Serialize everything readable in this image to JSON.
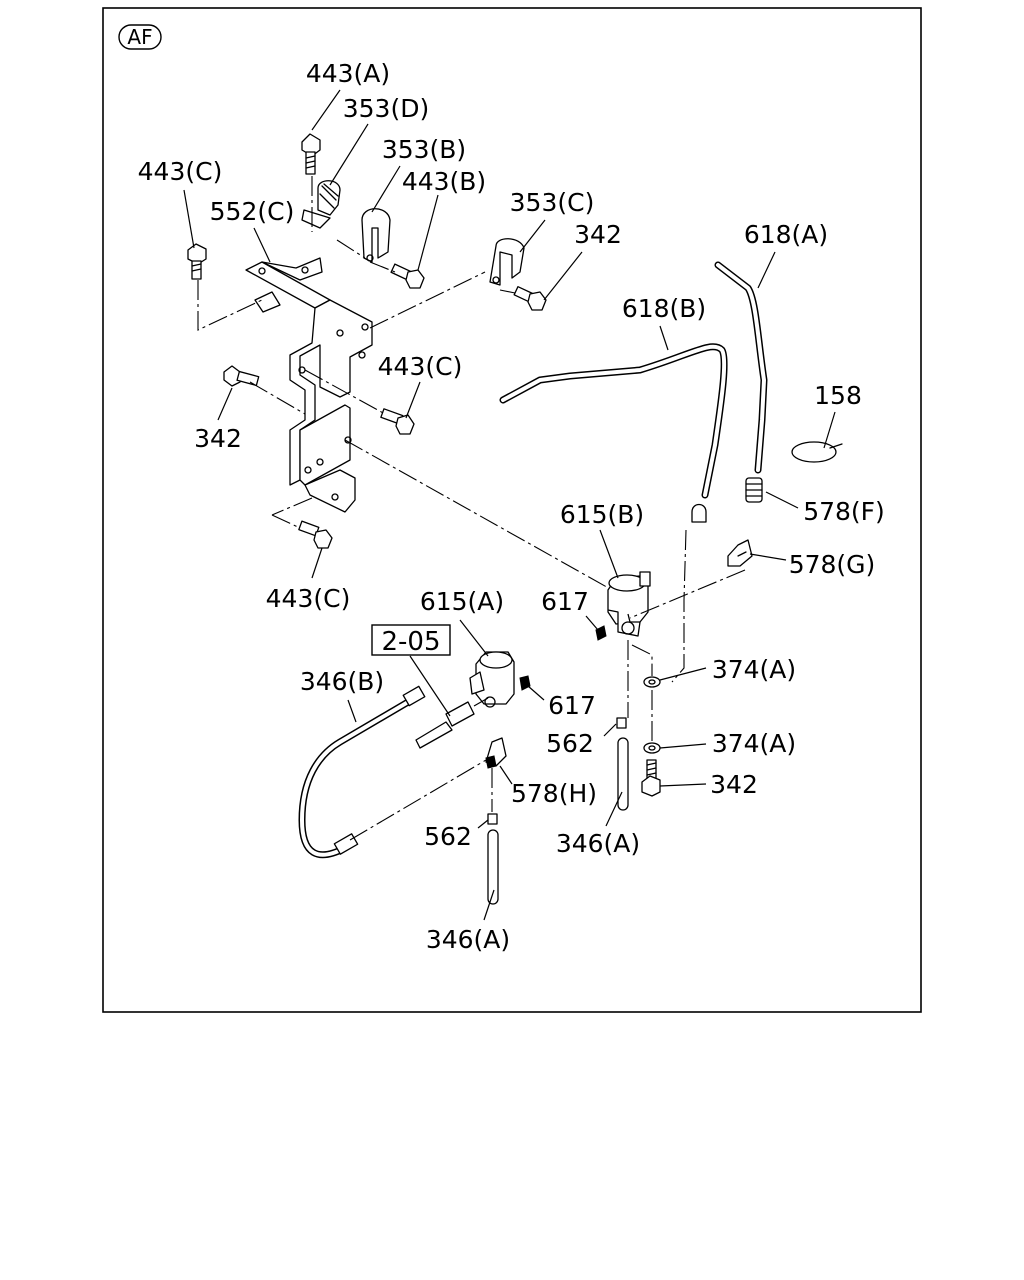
{
  "diagram": {
    "view_tag": "AF",
    "ref_box": "2-05",
    "callouts": {
      "c443A": "443(A)",
      "c353D": "353(D)",
      "c353B": "353(B)",
      "c443C_top": "443(C)",
      "c443B": "443(B)",
      "c552C": "552(C)",
      "c353C": "353(C)",
      "c342_top": "342",
      "c618A": "618(A)",
      "c618B": "618(B)",
      "c443C_mid": "443(C)",
      "c342_left": "342",
      "c158": "158",
      "c578F": "578(F)",
      "c615B": "615(B)",
      "c578G": "578(G)",
      "c443C_bot": "443(C)",
      "c615A": "615(A)",
      "c617_upper": "617",
      "c374A_upper": "374(A)",
      "c346B": "346(B)",
      "c617_lower": "617",
      "c562_right": "562",
      "c374A_lower": "374(A)",
      "c342_right": "342",
      "c578H": "578(H)",
      "c562_left": "562",
      "c346A_right": "346(A)",
      "c346A_bottom": "346(A)"
    }
  }
}
